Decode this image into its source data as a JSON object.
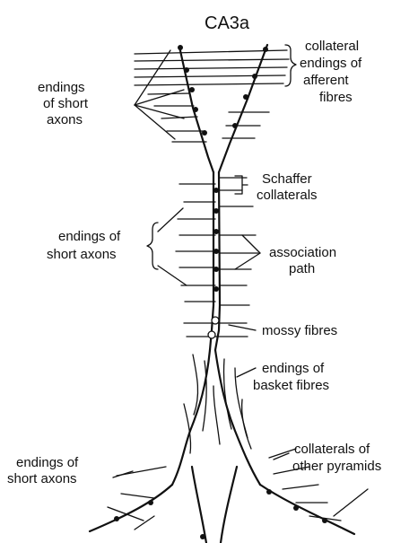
{
  "title": "CA3a",
  "labels": {
    "endings_short_axons_top": [
      "endings",
      "of short",
      "axons"
    ],
    "collateral_endings_afferent": [
      "collateral",
      "endings of",
      "afferent",
      "fibres"
    ],
    "schaffer_collaterals": [
      "Schaffer",
      "collaterals"
    ],
    "endings_short_axons_mid": [
      "endings of",
      "short axons"
    ],
    "association_path": [
      "association",
      "path"
    ],
    "mossy_fibres": [
      "mossy fibres"
    ],
    "endings_basket_fibres": [
      "endings of",
      "basket fibres"
    ],
    "endings_short_axons_bottom": [
      "endings of",
      "short axons"
    ],
    "collaterals_other_pyramids": [
      "collaterals of",
      "other pyramids"
    ]
  }
}
